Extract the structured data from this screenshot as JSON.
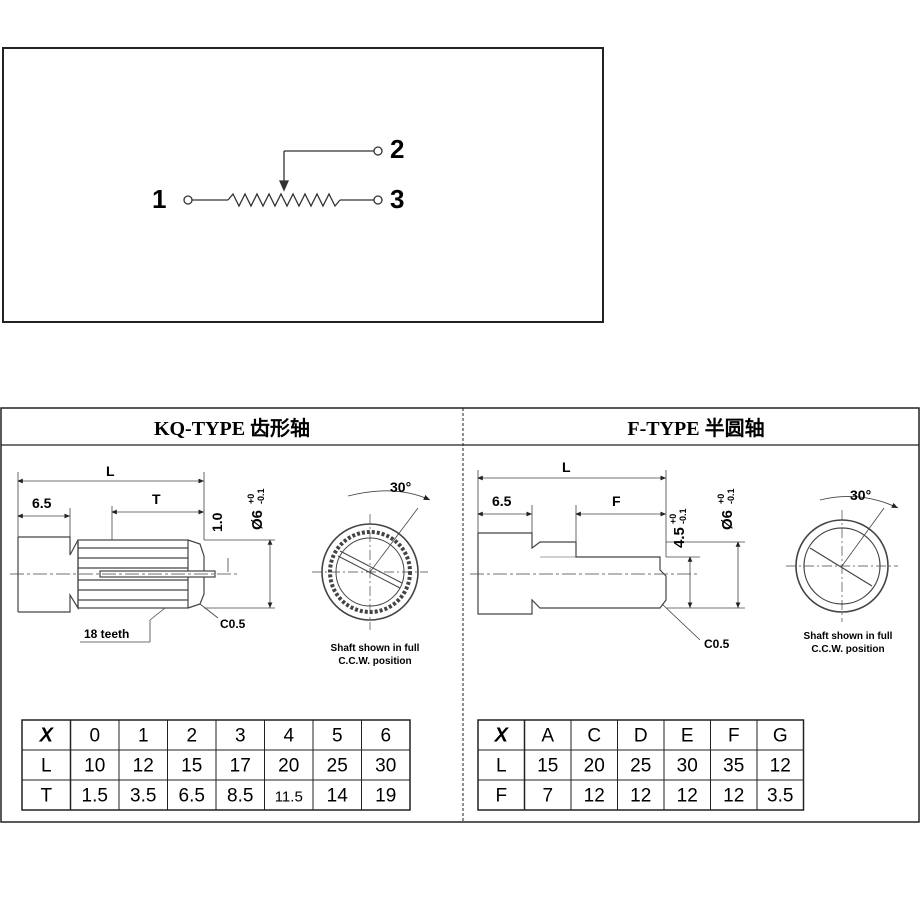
{
  "schematic": {
    "pin1": "1",
    "pin2": "2",
    "pin3": "3"
  },
  "kq": {
    "title": "KQ-TYPE 齿形轴",
    "dim_L": "L",
    "dim_6_5": "6.5",
    "dim_T": "T",
    "dim_1_0": "1.0",
    "dim_dia": "Ø6",
    "dim_dia_tol_top": "+0",
    "dim_dia_tol_bot": "-0.1",
    "chamfer": "C0.5",
    "teeth": "18 teeth",
    "angle": "30°",
    "caption1": "Shaft shown in full",
    "caption2": "C.C.W. position",
    "table": {
      "rows": [
        [
          "X",
          "0",
          "1",
          "2",
          "3",
          "4",
          "5",
          "6"
        ],
        [
          "L",
          "10",
          "12",
          "15",
          "17",
          "20",
          "25",
          "30"
        ],
        [
          "T",
          "1.5",
          "3.5",
          "6.5",
          "8.5",
          "11.5",
          "14",
          "19"
        ]
      ]
    }
  },
  "f": {
    "title": "F-TYPE 半圆轴",
    "dim_L": "L",
    "dim_6_5": "6.5",
    "dim_F": "F",
    "dim_4_5": "4.5",
    "dim_4_5_tol_top": "+0",
    "dim_4_5_tol_bot": "-0.1",
    "dim_dia": "Ø6",
    "dim_dia_tol_top": "+0",
    "dim_dia_tol_bot": "-0.1",
    "chamfer": "C0.5",
    "angle": "30°",
    "caption1": "Shaft shown in full",
    "caption2": "C.C.W. position",
    "table": {
      "rows": [
        [
          "X",
          "A",
          "C",
          "D",
          "E",
          "F",
          "G"
        ],
        [
          "L",
          "15",
          "20",
          "25",
          "30",
          "35",
          "12"
        ],
        [
          "F",
          "7",
          "12",
          "12",
          "12",
          "12",
          "3.5"
        ]
      ]
    }
  }
}
